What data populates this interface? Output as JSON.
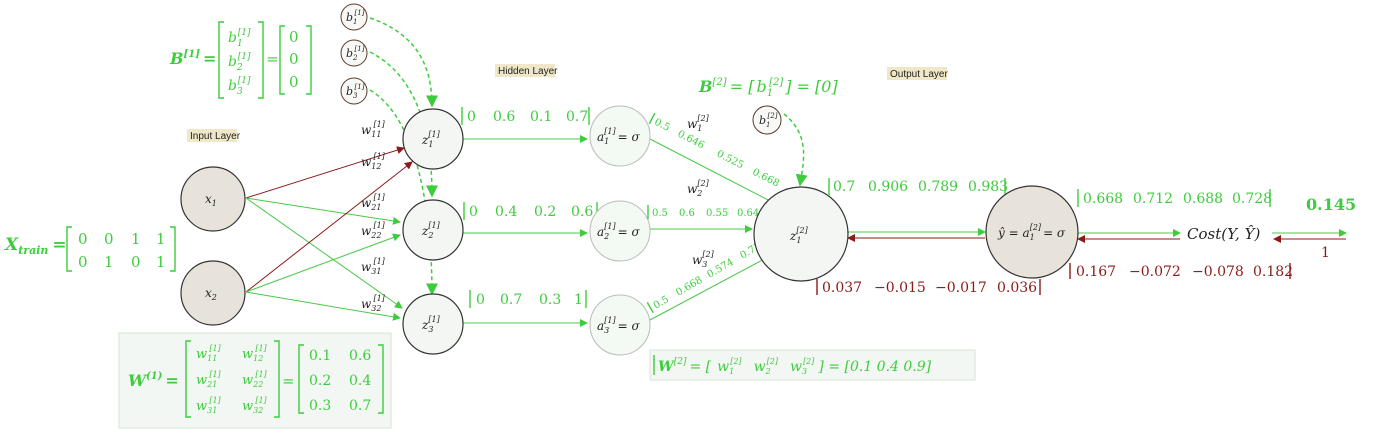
{
  "layers": {
    "input": "Input Layer",
    "hidden": "Hidden Layer",
    "output": "Output Layer"
  },
  "inputs": {
    "x1": "x",
    "x1_sub": "1",
    "x2": "x",
    "x2_sub": "2"
  },
  "x_train": {
    "label": "X",
    "sub": "train",
    "eq": "=",
    "row1": [
      "0",
      "0",
      "1",
      "1"
    ],
    "row2": [
      "0",
      "1",
      "0",
      "1"
    ]
  },
  "bias1": {
    "label": "B",
    "sup": "[1]",
    "elements": [
      "b",
      "b",
      "b"
    ],
    "subs": [
      "1",
      "2",
      "3"
    ],
    "values": [
      "0",
      "0",
      "0"
    ]
  },
  "bias2": {
    "text_lhs": "B",
    "sup": "[2]",
    "eq": "= [",
    "el": "b",
    "el_sub": "1",
    "el_sup": "[2]",
    "rhs": "] = [0]"
  },
  "bias_nodes": {
    "b": "b",
    "sup1": "[1]",
    "sup2": "[2]",
    "subs": [
      "1",
      "2",
      "3",
      "1"
    ]
  },
  "weights1_labels": {
    "w": "w",
    "sup": "[1]",
    "subs": [
      "11",
      "12",
      "21",
      "22",
      "31",
      "32"
    ]
  },
  "weights1_matrix": {
    "label": "W",
    "sup": "(1)",
    "values": [
      [
        "0.1",
        "0.6"
      ],
      [
        "0.2",
        "0.4"
      ],
      [
        "0.3",
        "0.7"
      ]
    ]
  },
  "hidden_nodes": {
    "z": "z",
    "sup": "[1]",
    "subs": [
      "1",
      "2",
      "3"
    ]
  },
  "hidden_z_values": [
    [
      "0",
      "0.6",
      "0.1",
      "0.7"
    ],
    [
      "0",
      "0.4",
      "0.2",
      "0.6"
    ],
    [
      "0",
      "0.7",
      "0.3",
      "1"
    ]
  ],
  "activation_nodes": {
    "a": "a",
    "sup": "[1]",
    "subs": [
      "1",
      "2",
      "3"
    ],
    "rhs": "= σ"
  },
  "activation_values": [
    [
      "0.5",
      "0.646",
      "0.525",
      "0.668"
    ],
    [
      "0.5",
      "0.6",
      "0.55",
      "0.646"
    ],
    [
      "0.5",
      "0.668",
      "0.574",
      "0.731"
    ]
  ],
  "weights2_labels": {
    "w": "w",
    "sup": "[2]",
    "subs": [
      "1",
      "2",
      "3"
    ]
  },
  "weights2_matrix": {
    "lhs": "W",
    "sup": "[2]",
    "mid": "= [",
    "rhs": "] = [0.1   0.4   0.9]"
  },
  "output_z": {
    "z": "z",
    "sup": "[2]",
    "sub": "1",
    "values": [
      "0.7",
      "0.906",
      "0.789",
      "0.983"
    ],
    "grads": [
      "0.037",
      "−0.015",
      "−0.017",
      "0.036"
    ]
  },
  "output_a": {
    "lhs": "ŷ = a",
    "sup": "[2]",
    "sub": "1",
    "rhs": "= σ",
    "values": [
      "0.668",
      "0.712",
      "0.688",
      "0.728"
    ],
    "grads": [
      "0.167",
      "−0.072",
      "−0.078",
      "0.182"
    ]
  },
  "cost": {
    "label": "Cost(Y, Ŷ)",
    "value": "0.145",
    "grad": "1"
  }
}
